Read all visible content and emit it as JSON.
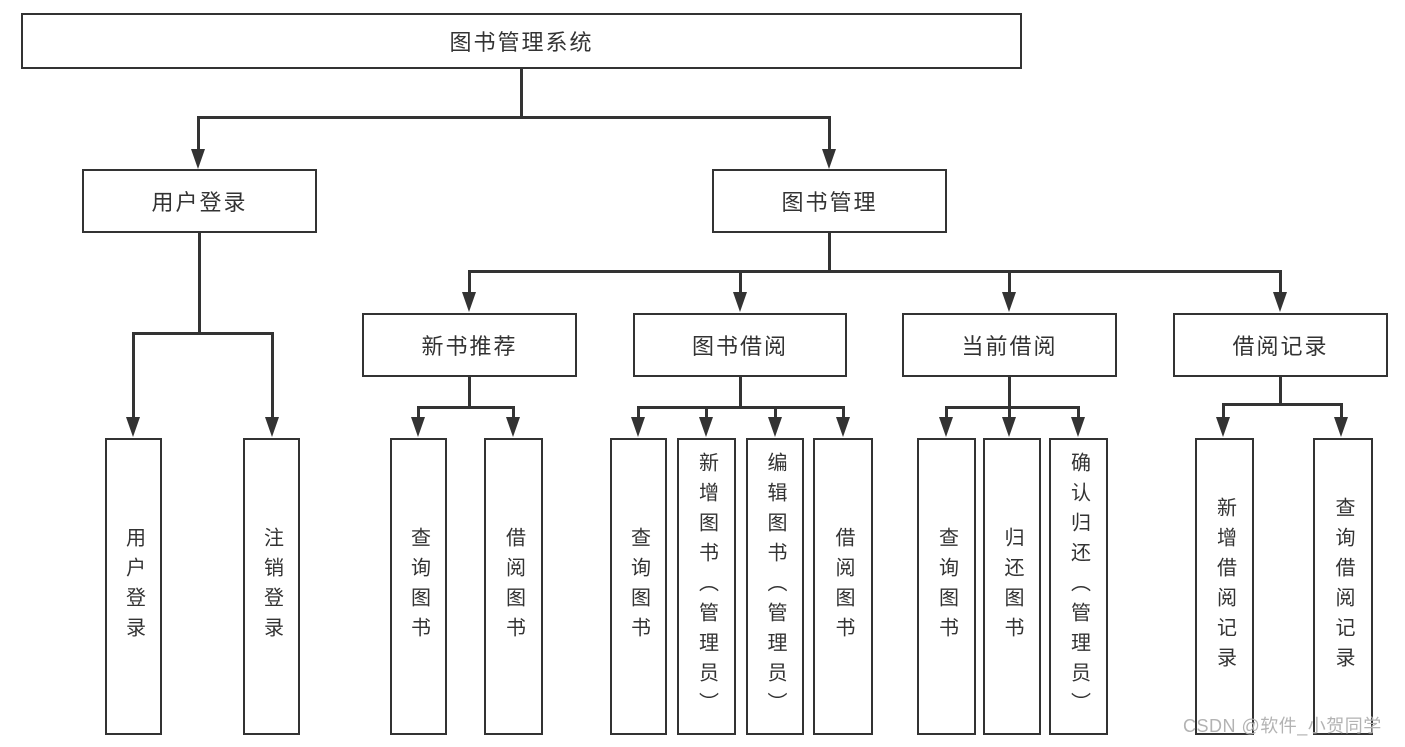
{
  "diagram_title": "图书管理系统",
  "nodes": {
    "root": {
      "label": "图书管理系统"
    },
    "level2": [
      {
        "id": "user-login",
        "label": "用户登录"
      },
      {
        "id": "book-management",
        "label": "图书管理"
      }
    ],
    "level3": [
      {
        "id": "new-book-recommend",
        "parent": "book-management",
        "label": "新书推荐"
      },
      {
        "id": "book-borrowing",
        "parent": "book-management",
        "label": "图书借阅"
      },
      {
        "id": "current-borrowing",
        "parent": "book-management",
        "label": "当前借阅"
      },
      {
        "id": "borrowing-records",
        "parent": "book-management",
        "label": "借阅记录"
      }
    ],
    "leaves": [
      {
        "parent": "user-login",
        "label": "用户登录"
      },
      {
        "parent": "user-login",
        "label": "注销登录"
      },
      {
        "parent": "new-book-recommend",
        "label": "查询图书"
      },
      {
        "parent": "new-book-recommend",
        "label": "借阅图书"
      },
      {
        "parent": "book-borrowing",
        "label": "查询图书"
      },
      {
        "parent": "book-borrowing",
        "label": "新增图书（管理员）"
      },
      {
        "parent": "book-borrowing",
        "label": "编辑图书（管理员）"
      },
      {
        "parent": "book-borrowing",
        "label": "借阅图书"
      },
      {
        "parent": "current-borrowing",
        "label": "查询图书"
      },
      {
        "parent": "current-borrowing",
        "label": "归还图书"
      },
      {
        "parent": "current-borrowing",
        "label": "确认归还（管理员）"
      },
      {
        "parent": "borrowing-records",
        "label": "新增借阅记录"
      },
      {
        "parent": "borrowing-records",
        "label": "查询借阅记录"
      }
    ]
  },
  "watermark": {
    "text": "CSDN @软件_小贺同学"
  },
  "colors": {
    "line": "#333333",
    "text": "#333333",
    "background": "#ffffff",
    "watermark": "#b3b3b3"
  }
}
